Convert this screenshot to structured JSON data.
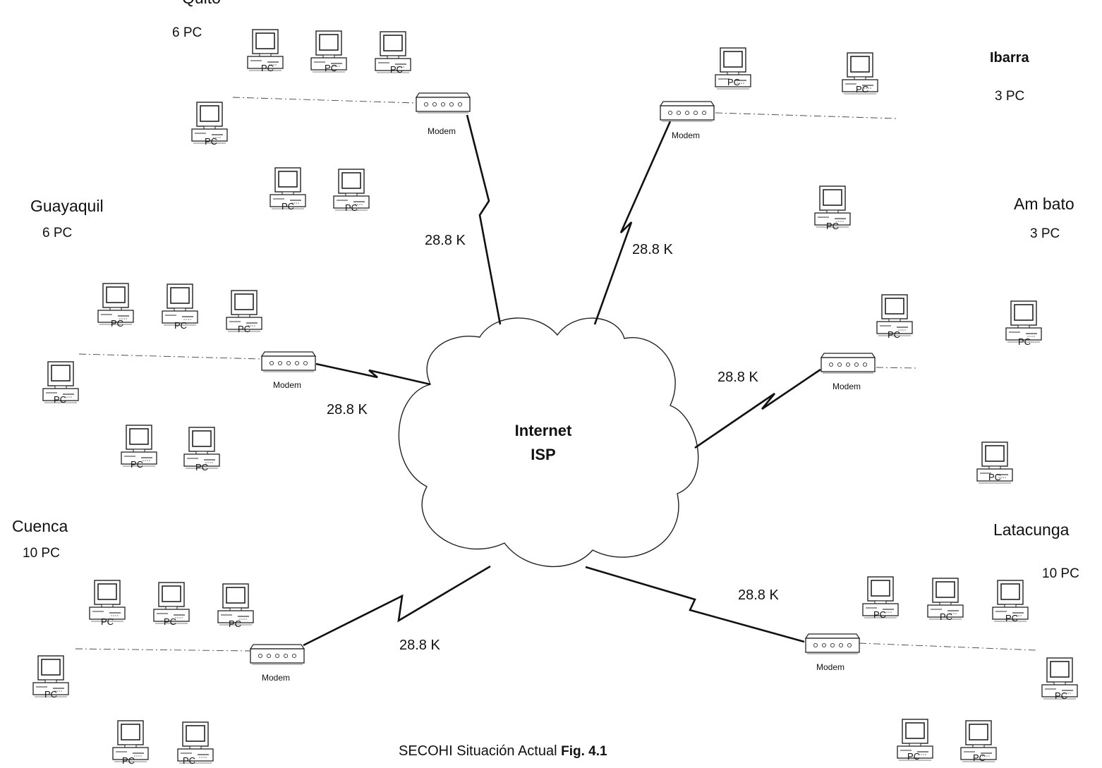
{
  "cloud": {
    "line1": "Internet",
    "line2": "ISP"
  },
  "speed_label": "28.8 K",
  "caption": {
    "text": "SECOHI Situación Actual",
    "fig": "Fig. 4.1"
  },
  "sites": [
    {
      "key": "quito",
      "name": "Quito",
      "count": "6 PC",
      "modem": "Modem",
      "pc_label": "PC",
      "link_speed": "28.8 K"
    },
    {
      "key": "ibarra",
      "name": "Ibarra",
      "count": "3 PC",
      "modem": "Modem",
      "pc_label": "PC",
      "link_speed": "28.8 K"
    },
    {
      "key": "guayaquil",
      "name": "Guayaquil",
      "count": "6 PC",
      "modem": "Modem",
      "pc_label": "PC",
      "link_speed": "28.8 K"
    },
    {
      "key": "ambato",
      "name": "Am bato",
      "count": "3 PC",
      "modem": "Modem",
      "pc_label": "PC",
      "link_speed": "28.8 K"
    },
    {
      "key": "cuenca",
      "name": "Cuenca",
      "count": "10 PC",
      "modem": "Modem",
      "pc_label": "PC",
      "link_speed": "28.8 K"
    },
    {
      "key": "latacunga",
      "name": "Latacunga",
      "count": "10 PC",
      "modem": "Modem",
      "pc_label": "PC",
      "link_speed": "28.8 K"
    }
  ]
}
